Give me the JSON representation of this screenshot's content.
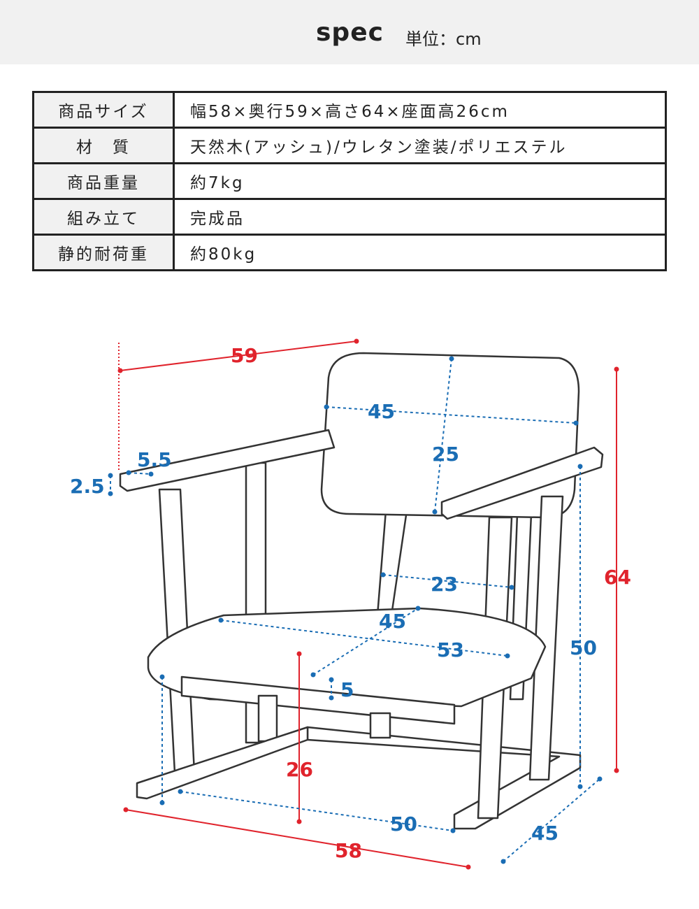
{
  "header": {
    "title": "spec",
    "unit": "単位：cm"
  },
  "spec_table": [
    {
      "label": "商品サイズ",
      "value": "幅58×奥行59×高さ64×座面高26cm"
    },
    {
      "label": "材　質",
      "value": "天然木(アッシュ)/ウレタン塗装/ポリエステル"
    },
    {
      "label": "商品重量",
      "value": "約7kg"
    },
    {
      "label": "組み立て",
      "value": "完成品"
    },
    {
      "label": "静的耐荷重",
      "value": "約80kg"
    }
  ],
  "diagram": {
    "colors": {
      "overall": "#e0232c",
      "detail": "#1a6db4"
    },
    "dims": {
      "depth": "59",
      "back_width": "45",
      "back_height": "25",
      "arm_width": "5.5",
      "arm_thickness": "2.5",
      "height": "64",
      "inner_back_width": "23",
      "seat_depth": "45",
      "seat_width": "53",
      "arm_height": "50",
      "seat_thickness": "5",
      "seat_height": "26",
      "base_width": "50",
      "base_depth": "45",
      "width": "58"
    }
  }
}
